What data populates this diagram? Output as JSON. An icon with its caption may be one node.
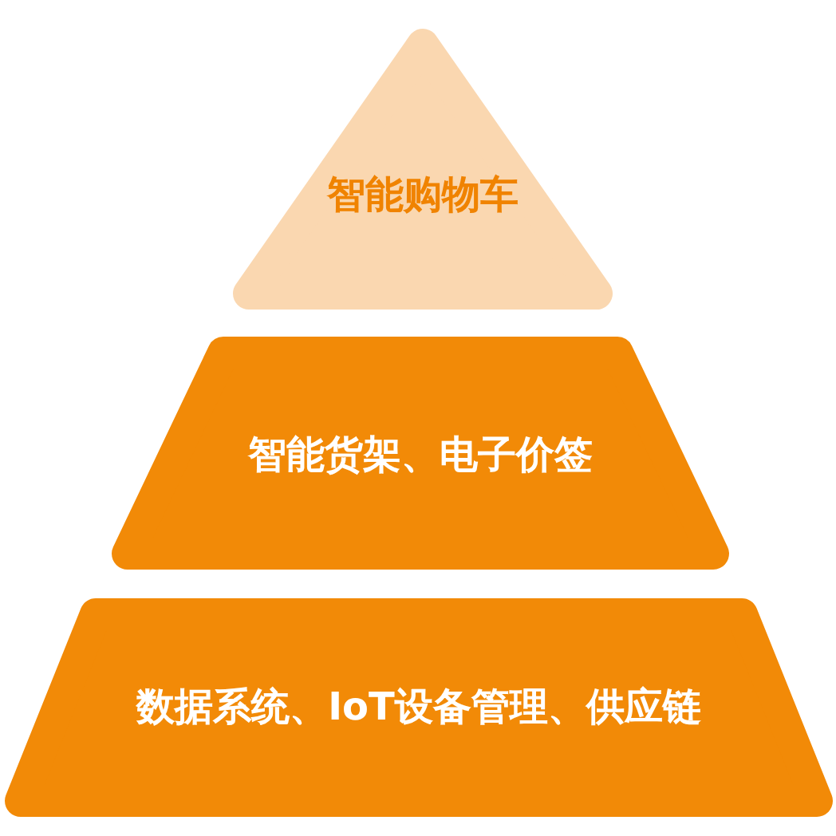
{
  "diagram": {
    "nodes": [
      {
        "text": [
          "智能购物车"
        ]
      },
      {
        "text": [
          "智能货架、电子价签"
        ]
      },
      {
        "text": [
          "数据系统、IoT设备管理、供应链"
        ]
      }
    ]
  }
}
